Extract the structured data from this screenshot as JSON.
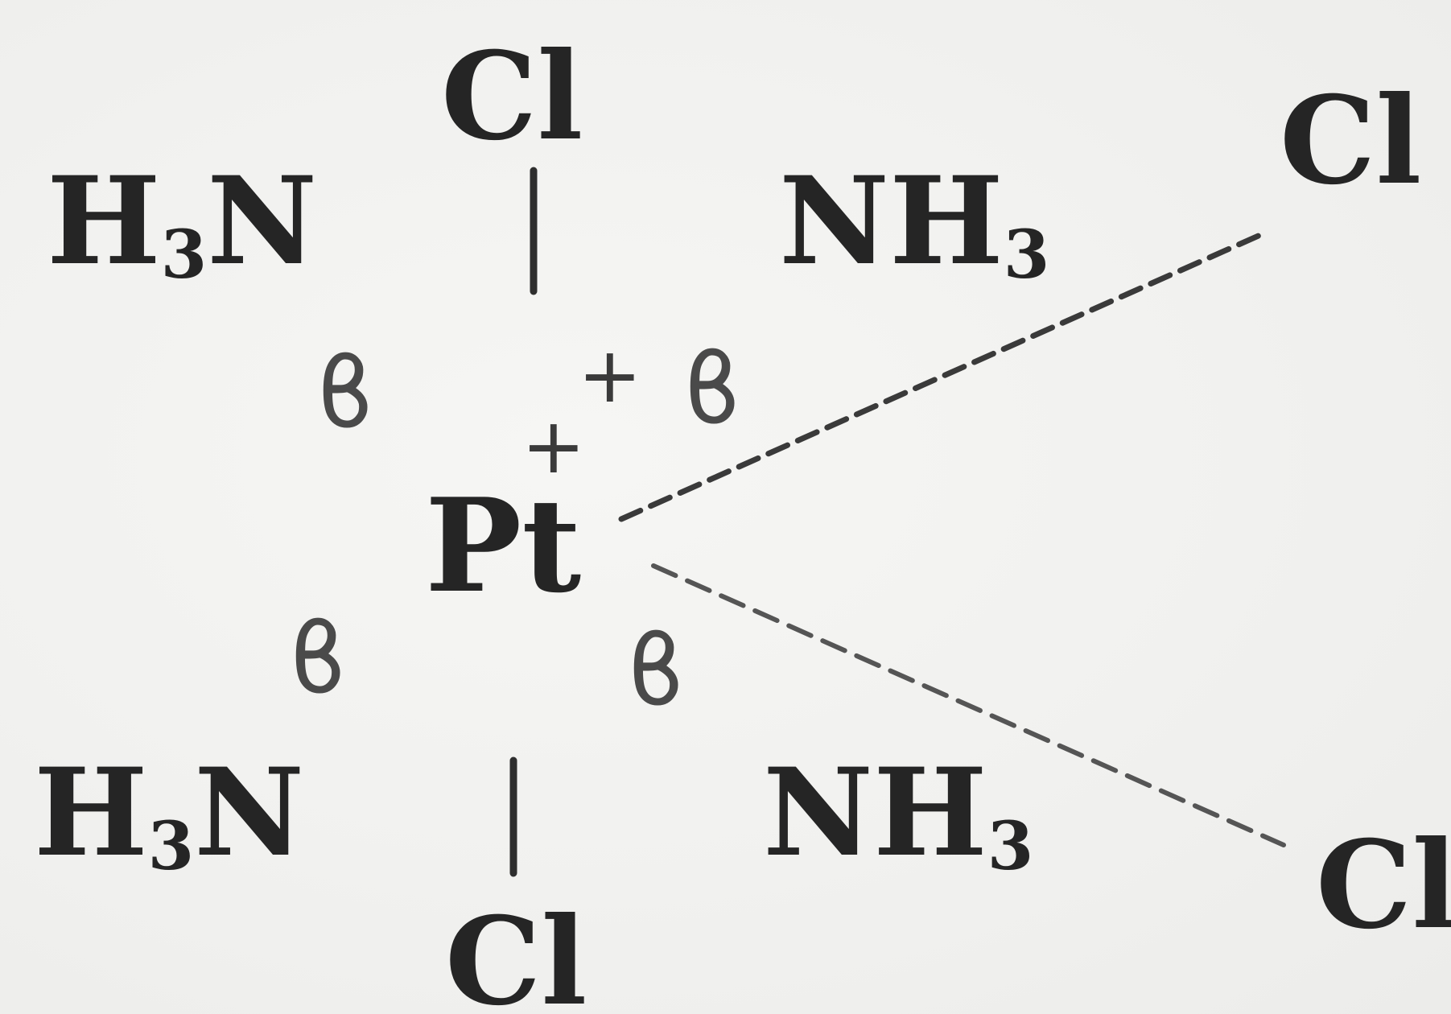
{
  "diagram": {
    "center_atom": "Pt",
    "charges": [
      "+",
      "+"
    ],
    "ligands": {
      "top_cl": "Cl",
      "bottom_cl": "Cl",
      "upper_left": {
        "element": "H",
        "subscript": "3",
        "tail": "N"
      },
      "upper_right": {
        "element": "NH",
        "subscript": "3"
      },
      "lower_left": {
        "element": "H",
        "subscript": "3",
        "tail": "N"
      },
      "lower_right": {
        "element": "NH",
        "subscript": "3"
      }
    },
    "outer_ions": {
      "upper_cl": "Cl",
      "lower_cl": "Cl"
    },
    "symmetry_marks": {
      "upper_left": "ϐ",
      "upper_right": "ϐ",
      "lower_left": "ϐ",
      "lower_right": "ϐ"
    },
    "bond_style": {
      "solid": "#2e2e2e",
      "dashed": "#3a3a3a"
    }
  }
}
